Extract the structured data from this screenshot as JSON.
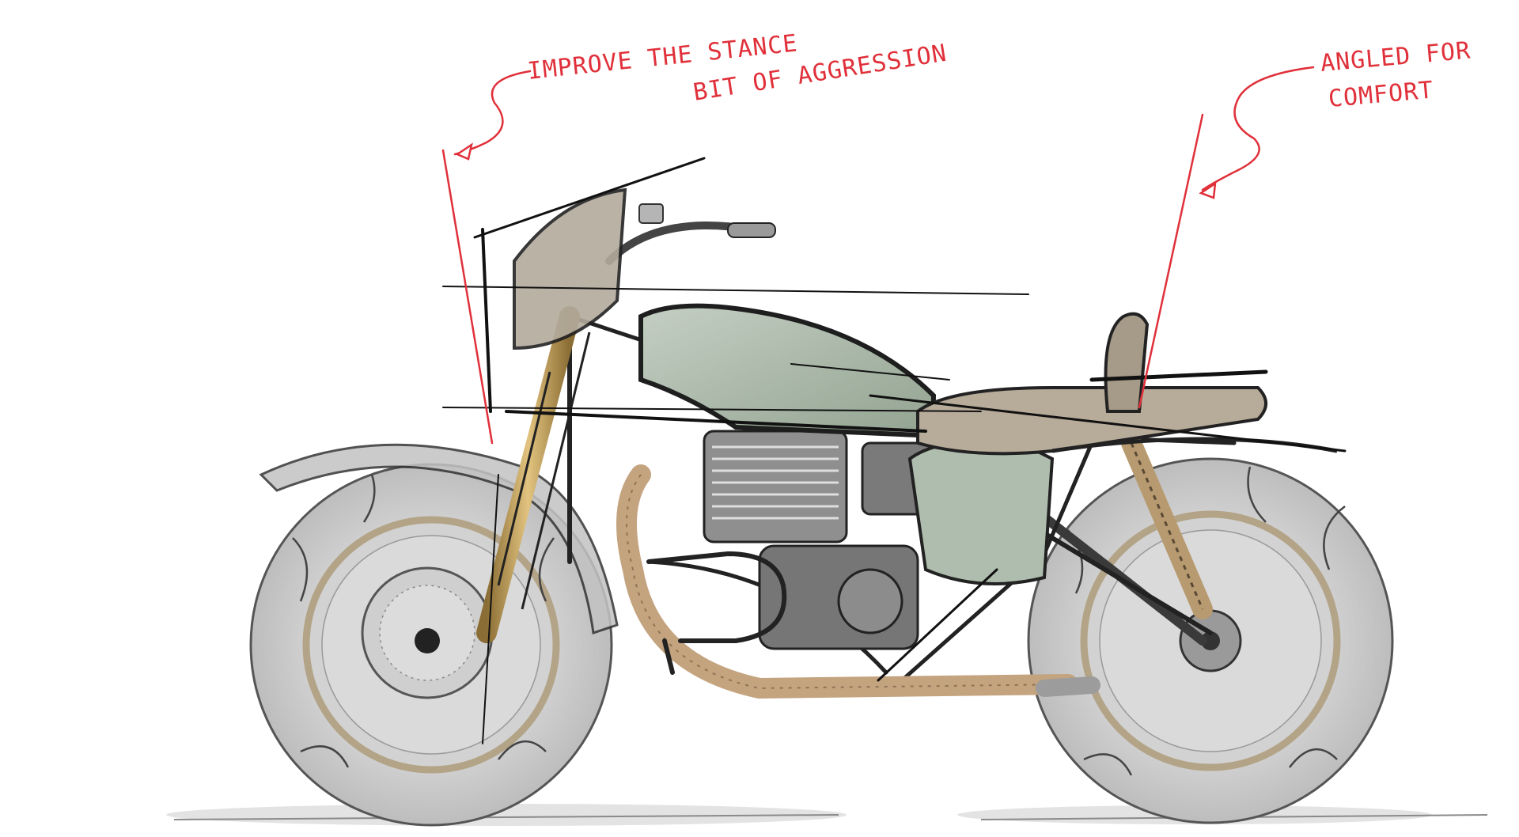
{
  "annotations": {
    "left_line1": "IMPROVE THE STANCE",
    "left_line2": "BIT OF AGGRESSION",
    "right_line1": "ANGLED FOR",
    "right_line2": "COMFORT"
  },
  "colors": {
    "annotation": "#e0303a",
    "tire": "#c9c9c9",
    "tire_outline": "#4a4a4a",
    "rim_ring": "#c8b89c",
    "tank": "#a9b8a8",
    "seat": "#b7ab9a",
    "fork_gold": "#c9a45e",
    "exhaust_wrap": "#c4a37f",
    "sketch_line": "#222222",
    "ground_shadow": "#d9d9d9"
  }
}
